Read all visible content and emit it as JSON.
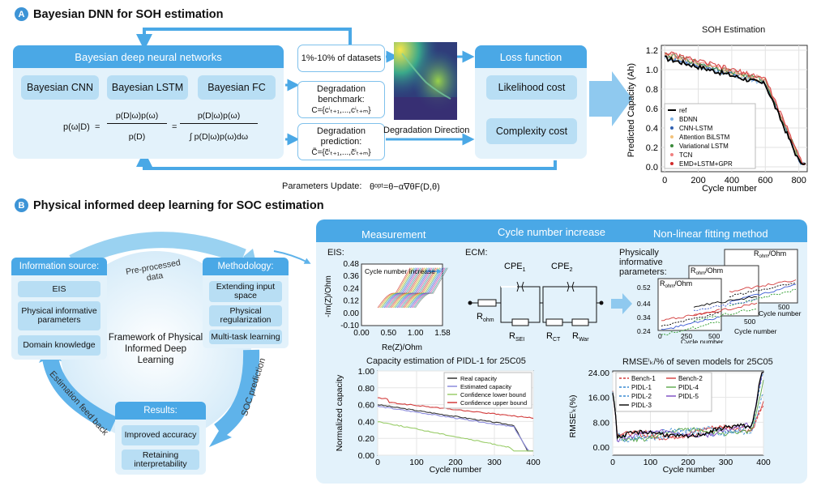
{
  "section_a": {
    "badge": "A",
    "title": "Bayesian DNN for SOH estimation",
    "bdnn_header": "Bayesian deep neural networks",
    "models": [
      "Bayesian CNN",
      "Bayesian LSTM",
      "Bayesian FC"
    ],
    "formula_lhs": "p(ω|D)",
    "formula_eq": "=",
    "formula_mid_num": "p(D|ω)p(ω)",
    "formula_mid_den": "p(D)",
    "formula_eq2": "=",
    "formula_rhs_num": "p(D|ω)p(ω)",
    "formula_rhs_den": "∫ p(D|ω)p(ω)dω",
    "dataset_box": "1%-10% of datasets",
    "benchmark_line1": "Degradation benchmark:",
    "benchmark_line2": "C={cⁱₜ₊₁,...,cⁱₜ₊ₘ}",
    "prediction_line1": "Degradation prediction:",
    "prediction_line2": "C̃={c̃ⁱₜ₊₁,...,c̃ⁱₜ₊ₘ}",
    "direction_label": "Degradation Direction",
    "loss_header": "Loss function",
    "loss_items": [
      "Likelihood cost",
      "Complexity cost"
    ],
    "params_label": "Parameters Update:",
    "params_formula": "θᵒᵖᵗ=θ−α∇θF(D,θ)"
  },
  "soh_chart": {
    "title": "SOH Estimation",
    "ylabel": "Predicted Capacity (Ah)",
    "xlabel": "Cycle number",
    "xticks": [
      "0",
      "200",
      "400",
      "600",
      "800"
    ],
    "yticks": [
      "0.0",
      "0.2",
      "0.4",
      "0.6",
      "0.8",
      "1.0",
      "1.2"
    ],
    "legend": [
      "ref",
      "BDNN",
      "CNN-LSTM",
      "Attention BiLSTM",
      "Variational LSTM",
      "TCN",
      "EMD+LSTM+GPR"
    ],
    "colors": [
      "#000000",
      "#7fb3e6",
      "#2f5fb0",
      "#f2c27a",
      "#3a8a3a",
      "#f08080",
      "#d12a2a"
    ]
  },
  "section_b": {
    "badge": "B",
    "title": "Physical informed deep learning for SOC estimation",
    "info_header": "Information source:",
    "info_items": [
      "EIS",
      "Physical informative parameters",
      "Domain knowledge"
    ],
    "method_header": "Methodology:",
    "method_items": [
      "Extending input space",
      "Physical regularization",
      "Multi-task learning"
    ],
    "results_header": "Results:",
    "results_items": [
      "Improved accuracy",
      "Retaining interpretability"
    ],
    "center_text": "Framework of Physical Informed Deep Learning",
    "arrow_top": "Pre-processed data",
    "arrow_right": "SOC prediction",
    "arrow_left": "Estimation feed back"
  },
  "panel_b": {
    "tab1": "Measurement",
    "tab2": "Cycle number increase",
    "tab3": "Non-linear fitting method",
    "eis_label": "EIS:",
    "eis_annot": "Cycle number increase",
    "eis_ylabel": "-Im(Z)/Ohm",
    "eis_xlabel": "Re(Z)/Ohm",
    "eis_yticks": [
      "0.48",
      "0.36",
      "0.24",
      "0.12",
      "0.00",
      "-0.10"
    ],
    "eis_xticks": [
      "0.00",
      "0.50",
      "1.00",
      "1.58"
    ],
    "ecm_label": "ECM:",
    "cpe1": "CPE",
    "cpe1_sub": "1",
    "cpe2": "CPE",
    "cpe2_sub": "2",
    "r_ohm": "R",
    "r_ohm_sub": "ohm",
    "r_sei": "R",
    "r_sei_sub": "SEI",
    "r_ct": "R",
    "r_ct_sub": "CT",
    "r_war": "R",
    "r_war_sub": "War",
    "phys_label": "Physically informative parameters:",
    "rohm_label": "R",
    "rohm_sub": "ohm",
    "rohm_unit": "/Ohm",
    "fit_yticks": [
      "0.52",
      "0.44",
      "0.34",
      "0.24"
    ],
    "fit_xticks": [
      "0",
      "250",
      "500"
    ],
    "fit_x2": "500",
    "fit_x3": "500",
    "fit_xlabel": "Cycle number",
    "cap_title": "Capacity estimation of PIDL-1 for 25C05",
    "cap_ylabel": "Normalized capacity",
    "cap_xlabel": "Cycle number",
    "cap_yticks": [
      "1.00",
      "0.80",
      "0.60",
      "0.40",
      "0.20",
      "0.00"
    ],
    "cap_xticks": [
      "0",
      "100",
      "200",
      "300",
      "400"
    ],
    "cap_legend": [
      "Real capacity",
      "Estimated capacity",
      "Confidence lower bound",
      "Confidence upper bound"
    ],
    "cap_colors": [
      "#333333",
      "#8a8adc",
      "#9acd6a",
      "#d23a3a"
    ],
    "rmse_title": "RMSEⁱₖ/% of seven models for 25C05",
    "rmse_ylabel": "RMSEⁱₖ(%)",
    "rmse_xlabel": "Cycle number",
    "rmse_yticks": [
      "24.00",
      "16.00",
      "8.00",
      "0.00"
    ],
    "rmse_xticks": [
      "0",
      "100",
      "200",
      "300",
      "400"
    ],
    "rmse_legend": [
      "Bench-1",
      "Bench-2",
      "PIDL-1",
      "PIDL-4",
      "PIDL-2",
      "PIDL-5",
      "PIDL-3"
    ],
    "rmse_colors": [
      "#d23a3a",
      "#d23a3a",
      "#3a8ad2",
      "#5aa84a",
      "#3a8ad2",
      "#7a4ac2",
      "#000000"
    ]
  }
}
